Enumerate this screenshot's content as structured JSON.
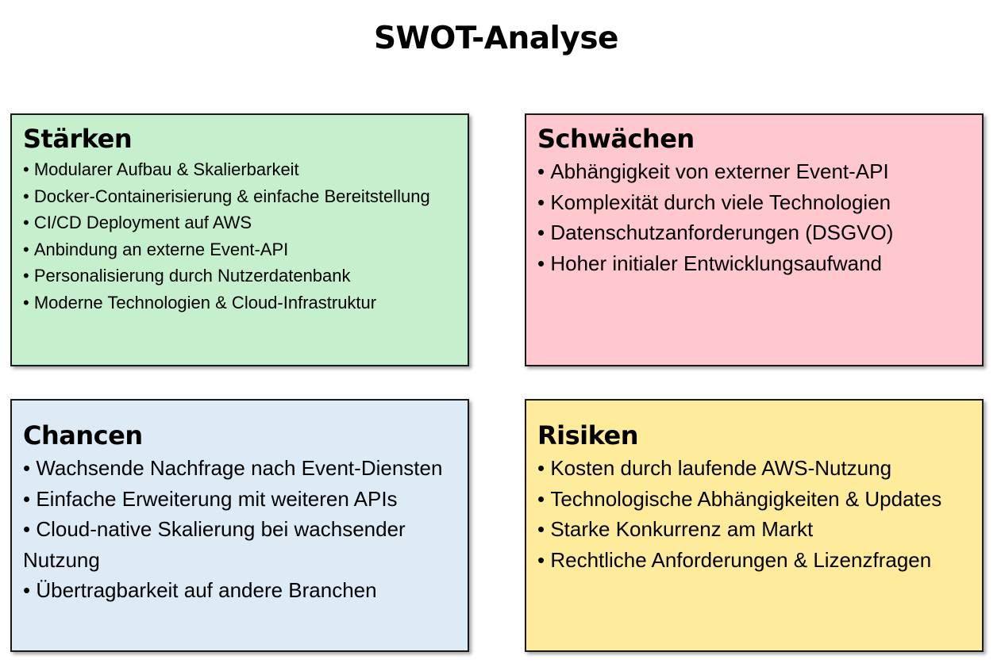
{
  "title": "SWOT-Analyse",
  "colors": {
    "strengths": "#c6efce",
    "weaknesses": "#ffc7ce",
    "opportunities": "#ddebf7",
    "threats": "#ffeb9c",
    "border": "#1a1a1a"
  },
  "quadrants": {
    "strengths": {
      "title": "Stärken",
      "items": [
        "Modularer Aufbau & Skalierbarkeit",
        "Docker-Containerisierung & einfache Bereitstellung",
        "CI/CD Deployment auf AWS",
        "Anbindung an externe Event-API",
        "Personalisierung durch Nutzerdatenbank",
        "Moderne Technologien & Cloud-Infrastruktur"
      ]
    },
    "weaknesses": {
      "title": "Schwächen",
      "items": [
        "Abhängigkeit von externer Event-API",
        "Komplexität durch viele Technologien",
        "Datenschutzanforderungen (DSGVO)",
        "Hoher initialer Entwicklungsaufwand"
      ]
    },
    "opportunities": {
      "title": "Chancen",
      "items": [
        "Wachsende Nachfrage nach Event-Diensten",
        "Einfache Erweiterung mit weiteren APIs",
        "Cloud-native Skalierung bei wachsender Nutzung",
        "Übertragbarkeit auf andere Branchen"
      ]
    },
    "threats": {
      "title": "Risiken",
      "items": [
        "Kosten durch laufende AWS-Nutzung",
        "Technologische Abhängigkeiten & Updates",
        "Starke Konkurrenz am Markt",
        "Rechtliche Anforderungen & Lizenzfragen"
      ]
    }
  }
}
